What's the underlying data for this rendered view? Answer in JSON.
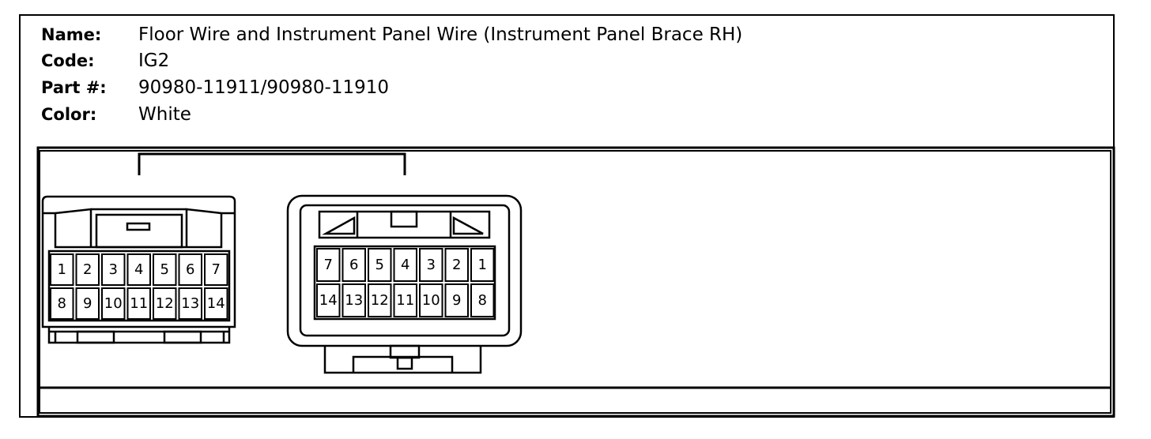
{
  "header": {
    "name_label": "Name:",
    "name_value": "Floor Wire and Instrument Panel Wire (Instrument Panel Brace RH)",
    "code_label": "Code:",
    "code_value": "IG2",
    "part_label": "Part #:",
    "part_value": "90980-11911/90980-11910",
    "color_label": "Color:",
    "color_value": "White"
  },
  "connector_left": {
    "top_row": [
      "1",
      "2",
      "3",
      "4",
      "5",
      "6",
      "7"
    ],
    "bottom_row": [
      "8",
      "9",
      "10",
      "11",
      "12",
      "13",
      "14"
    ]
  },
  "connector_right": {
    "top_row": [
      "7",
      "6",
      "5",
      "4",
      "3",
      "2",
      "1"
    ],
    "bottom_row": [
      "14",
      "13",
      "12",
      "11",
      "10",
      "9",
      "8"
    ]
  }
}
